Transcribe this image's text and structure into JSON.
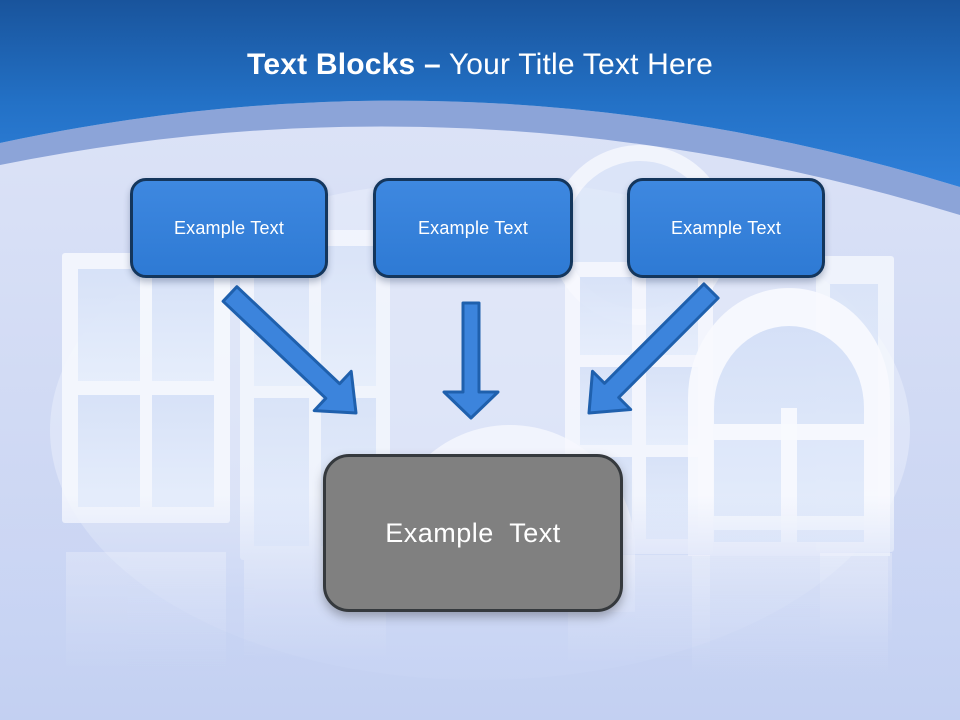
{
  "slide_title": {
    "emphasis": "Text Blocks –",
    "rest": " Your Title Text Here"
  },
  "text_blocks": [
    {
      "label": "Example Text"
    },
    {
      "label": "Example Text"
    },
    {
      "label": "Example Text"
    }
  ],
  "result_block": {
    "label": "Example Text"
  },
  "icons": {
    "arrow_1": "arrow-down-right-icon",
    "arrow_2": "arrow-down-icon",
    "arrow_3": "arrow-down-left-icon",
    "background": "windows-showroom-illustration"
  },
  "colors": {
    "header_blue_top": "#19549c",
    "header_blue_bottom": "#2f80da",
    "curve_band": "#8ca4d8",
    "wall_top": "#dfe5f7",
    "wall_bottom": "#c5d1f1",
    "block_fill": "#2e7ad4",
    "block_border": "#14365c",
    "arrow_fill": "#3c84dc",
    "arrow_border": "#1f60ad",
    "result_fill": "#808080",
    "result_border": "#35393d",
    "text_white": "#ffffff"
  }
}
